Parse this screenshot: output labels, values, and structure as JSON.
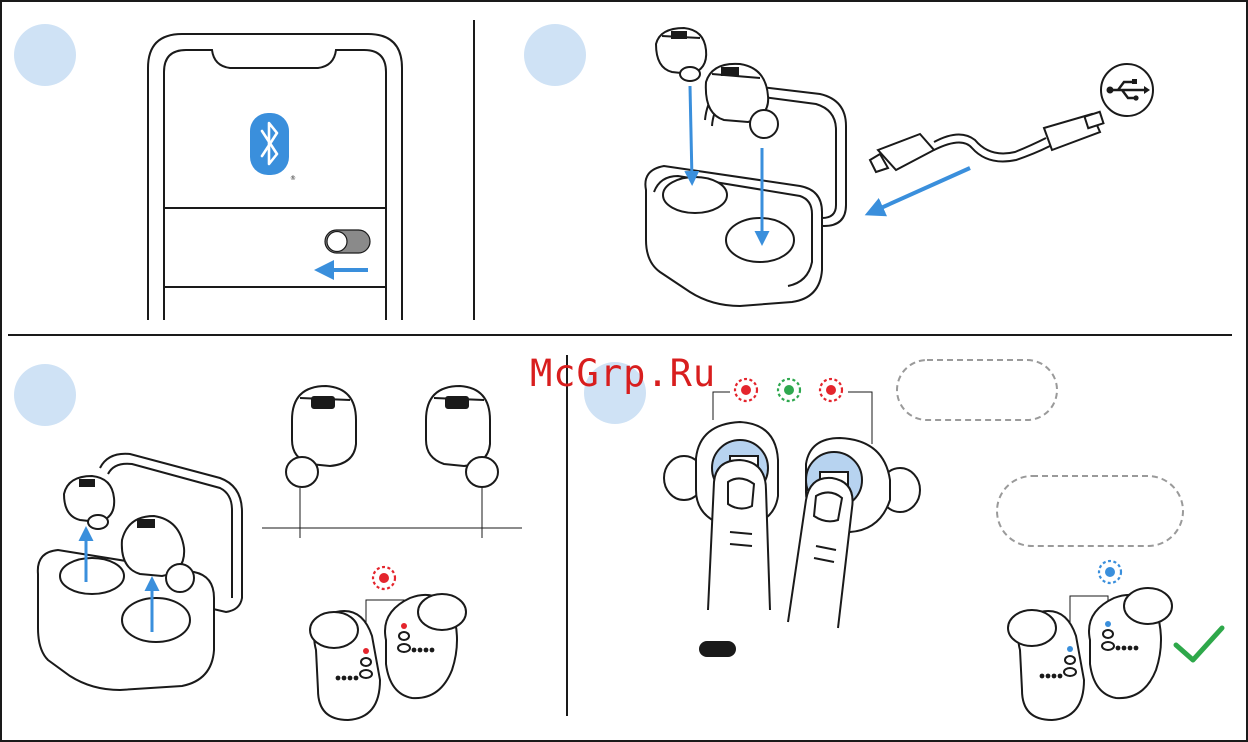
{
  "watermark": "McGrp.Ru",
  "registered_mark": "®",
  "colors": {
    "step_circle": "#cfe2f5",
    "accent_blue": "#3a8fdc",
    "led_red": "#e4252d",
    "led_green": "#2fa84f",
    "check_green": "#2ea84a",
    "outline": "#1a1a1a",
    "dash_gray": "#9a9a9a"
  },
  "steps": [
    {
      "id": 1,
      "illustration": "phone-bluetooth-toggle"
    },
    {
      "id": 2,
      "illustration": "earbuds-in-case-usb-charging"
    },
    {
      "id": 3,
      "illustration": "remove-earbuds-led-red"
    },
    {
      "id": 4,
      "illustration": "touch-both-earbuds-pairing-led-blue"
    }
  ],
  "icons": [
    "bluetooth-icon",
    "usb-icon",
    "toggle-switch-icon",
    "checkmark-icon"
  ],
  "led_indicators": {
    "step3": [
      "red"
    ],
    "step4_touch": [
      "red",
      "green",
      "red"
    ],
    "step4_result": [
      "blue"
    ]
  }
}
